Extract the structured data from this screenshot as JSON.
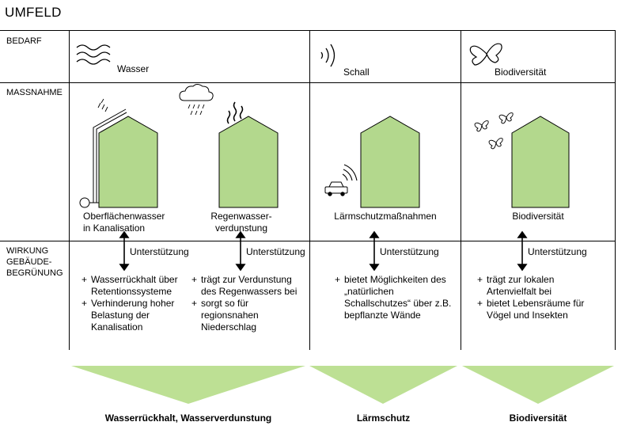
{
  "title": "UMFELD",
  "rows": {
    "bedarf": "BEDARF",
    "massnahme": "MASSNAHME",
    "wirkung": [
      "WIRKUNG",
      "GEBÄUDE-",
      "BEGRÜNUNG"
    ]
  },
  "columns": {
    "wasser": {
      "need": "Wasser",
      "measure_a": [
        "Oberflächenwasser",
        "in Kanalisation"
      ],
      "measure_b": [
        "Regenwasser-",
        "verdunstung"
      ],
      "support": "Unterstützung",
      "effects_a": [
        "Wasserrückhalt über Retentionssysteme",
        "Verhinderung hoher Belastung der Kanalisation"
      ],
      "effects_b": [
        "trägt zur Verdunstung des Regenwassers bei",
        "sorgt so für regionsnahen Niederschlag"
      ],
      "result": "Wasserrückhalt, Wasserverdunstung"
    },
    "schall": {
      "need": "Schall",
      "measure": "Lärmschutzmaßnahmen",
      "support": "Unterstützung",
      "effects": [
        "bietet Möglichkeiten des „natürlichen Schallschutzes“ über z.B. bepflanzte Wände"
      ],
      "result": "Lärmschutz"
    },
    "biodiversitaet": {
      "need": "Biodiversität",
      "measure": "Biodiversität",
      "support": "Unterstützung",
      "effects": [
        "trägt zur lokalen Artenvielfalt bei",
        "bietet Lebensräume für Vögel und Insekten"
      ],
      "result": "Biodiversität"
    }
  },
  "colors": {
    "green": "#b3d88d",
    "funnel": "#bde094",
    "line": "#000000"
  },
  "icons": [
    "waves-icon",
    "cloud-rain-icon",
    "steam-icon",
    "rain-icon",
    "pipe-icon",
    "sound-waves-icon",
    "car-icon",
    "butterfly-icon"
  ]
}
